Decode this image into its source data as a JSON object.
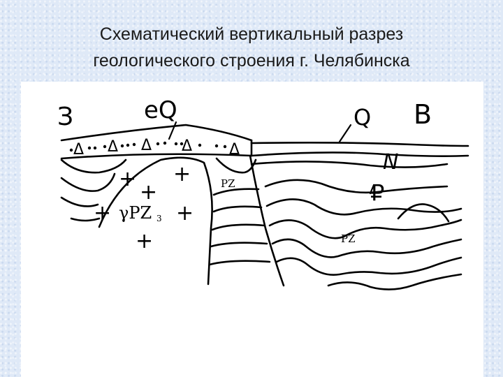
{
  "title": {
    "line1": "Схематический вертикальный разрез",
    "line2": "геологического строения г. Челябинска"
  },
  "diagram": {
    "label_west": "З",
    "label_east": "В",
    "label_eq": "eQ",
    "label_q": "Q",
    "label_n": "N",
    "label_p": "₽",
    "label_intrusion": "γPZ",
    "label_intrusion_sub": "3",
    "label_pz_upper": "PZ",
    "label_pz_lower": "PZ",
    "symbol_plus": "+",
    "symbol_delta": "Δ"
  }
}
